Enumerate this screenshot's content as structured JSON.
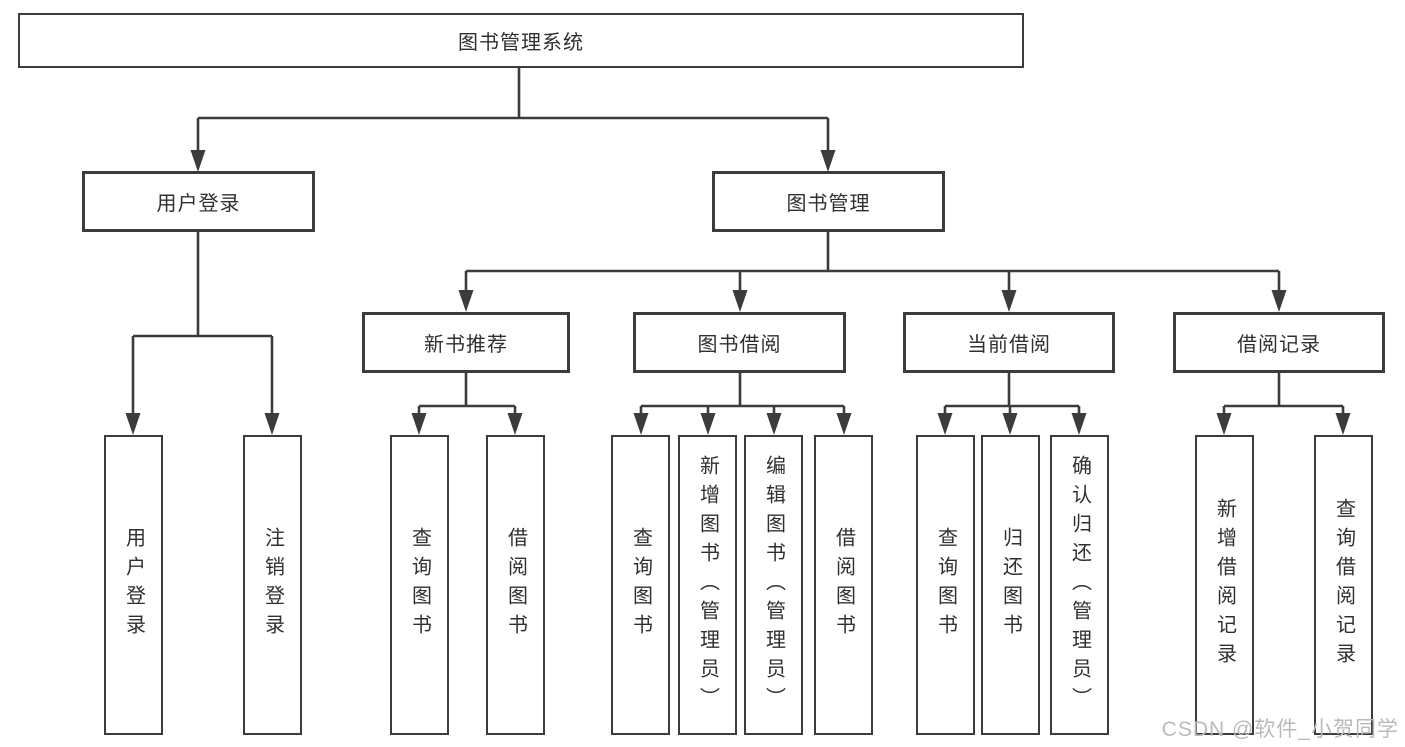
{
  "diagram": {
    "root": {
      "label": "图书管理系统"
    },
    "branches": [
      {
        "label": "用户登录",
        "leaves": [
          {
            "label": "用户登录"
          },
          {
            "label": "注销登录"
          }
        ]
      },
      {
        "label": "图书管理",
        "groups": [
          {
            "label": "新书推荐",
            "leaves": [
              {
                "label": "查询图书"
              },
              {
                "label": "借阅图书"
              }
            ]
          },
          {
            "label": "图书借阅",
            "leaves": [
              {
                "label": "查询图书"
              },
              {
                "label": "新增图书（管理员）"
              },
              {
                "label": "编辑图书（管理员）"
              },
              {
                "label": "借阅图书"
              }
            ]
          },
          {
            "label": "当前借阅",
            "leaves": [
              {
                "label": "查询图书"
              },
              {
                "label": "归还图书"
              },
              {
                "label": "确认归还（管理员）"
              }
            ]
          },
          {
            "label": "借阅记录",
            "leaves": [
              {
                "label": "新增借阅记录"
              },
              {
                "label": "查询借阅记录"
              }
            ]
          }
        ]
      }
    ]
  },
  "watermark": {
    "text": "CSDN @软件_小贺同学"
  },
  "colors": {
    "line": "#3c3c3c",
    "text": "#303030",
    "box_background": "#ffffff",
    "page_background": "#ffffff",
    "watermark": "#b9babd"
  }
}
